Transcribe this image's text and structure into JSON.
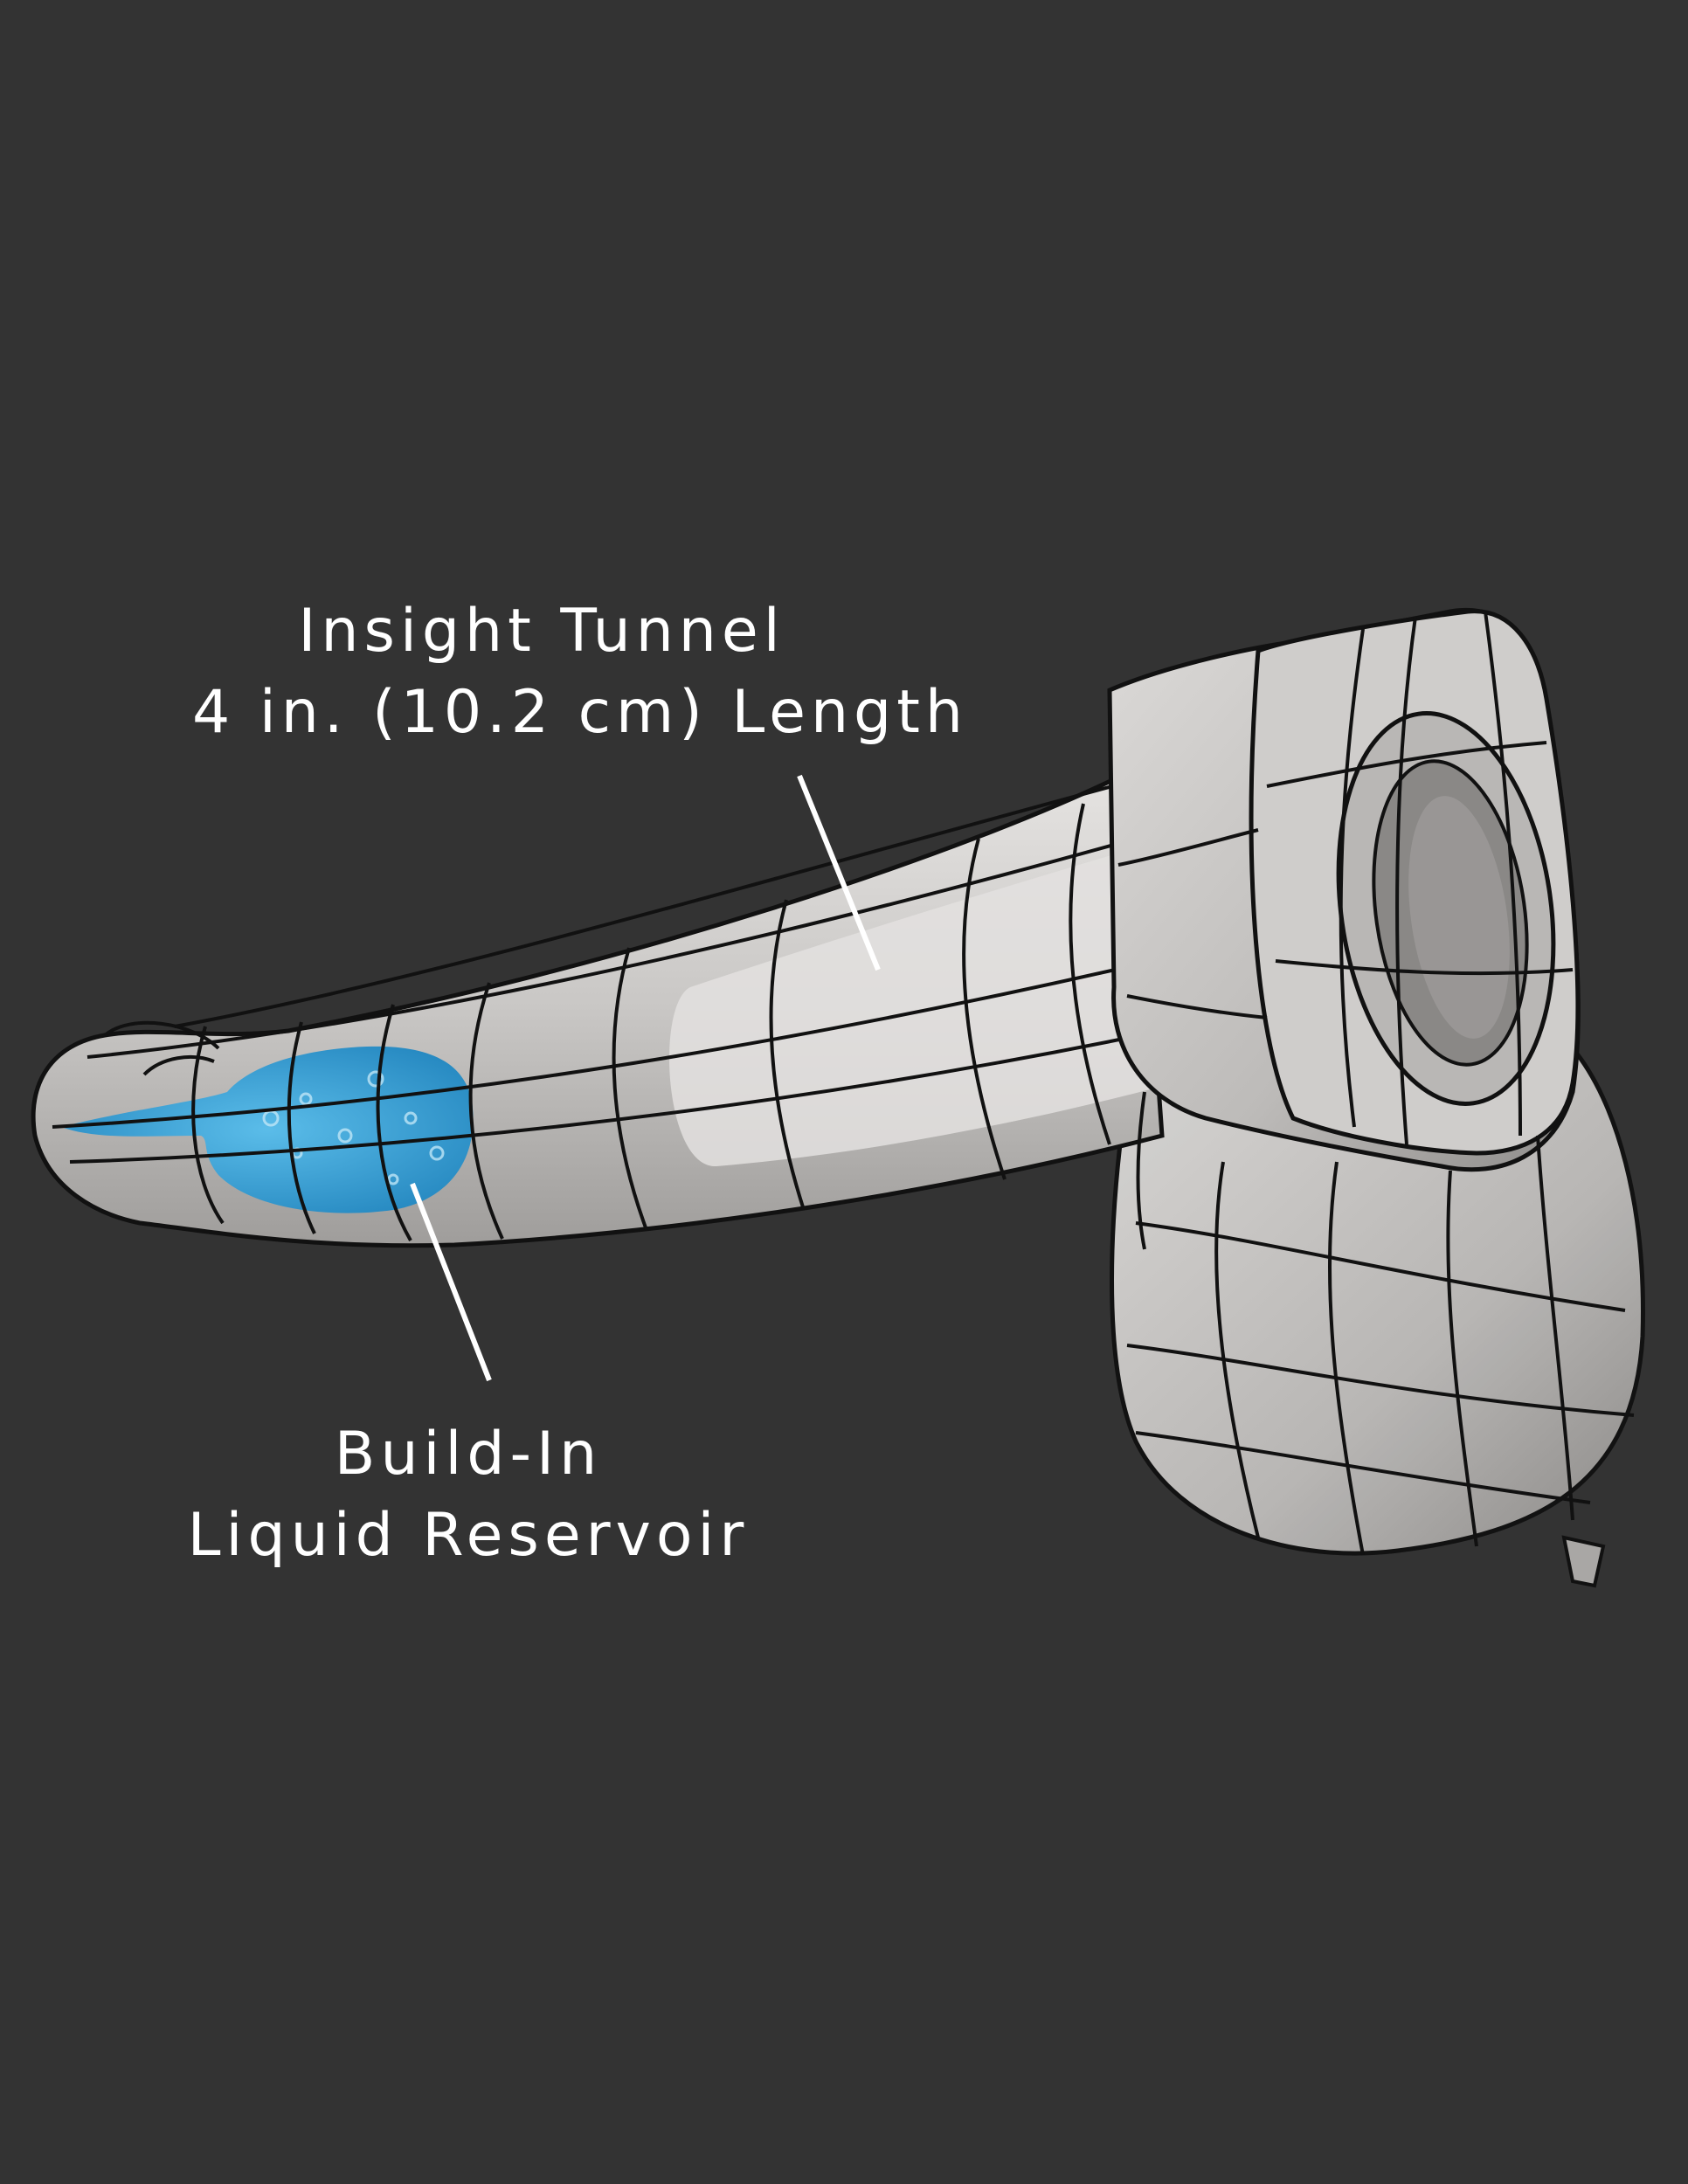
{
  "colors": {
    "background": "#333333",
    "body": "#d4d2d0",
    "outline": "#111111",
    "reservoir": "#3ba7dd",
    "label_text": "#ffffff"
  },
  "callouts": {
    "tunnel": {
      "line1": "Insight Tunnel",
      "line2": "4 in. (10.2 cm) Length"
    },
    "reservoir": {
      "line1": "Build-In",
      "line2": "Liquid Reservoir"
    }
  }
}
